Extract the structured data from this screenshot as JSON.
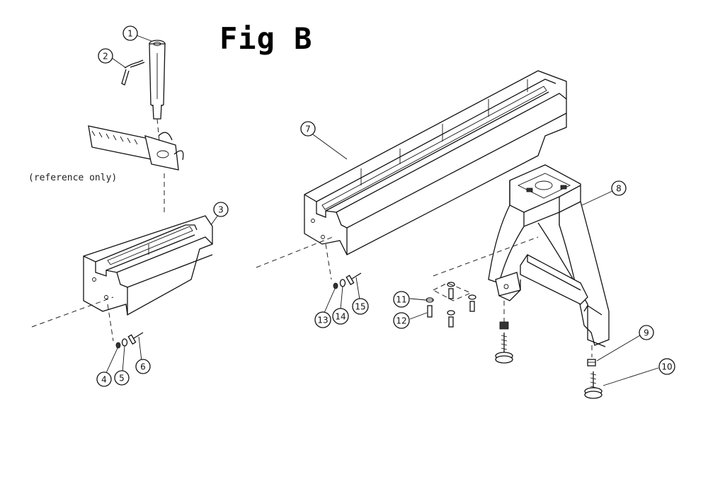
{
  "figure": {
    "title": "Fig B",
    "reference_note": "(reference only)"
  },
  "callouts": [
    {
      "id": "c1",
      "label": "1"
    },
    {
      "id": "c2",
      "label": "2"
    },
    {
      "id": "c3",
      "label": "3"
    },
    {
      "id": "c4",
      "label": "4"
    },
    {
      "id": "c5",
      "label": "5"
    },
    {
      "id": "c6",
      "label": "6"
    },
    {
      "id": "c7",
      "label": "7"
    },
    {
      "id": "c8",
      "label": "8"
    },
    {
      "id": "c9",
      "label": "9"
    },
    {
      "id": "c10",
      "label": "10"
    },
    {
      "id": "c11",
      "label": "11"
    },
    {
      "id": "c12",
      "label": "12"
    },
    {
      "id": "c13",
      "label": "13"
    },
    {
      "id": "c14",
      "label": "14"
    },
    {
      "id": "c15",
      "label": "15"
    }
  ]
}
